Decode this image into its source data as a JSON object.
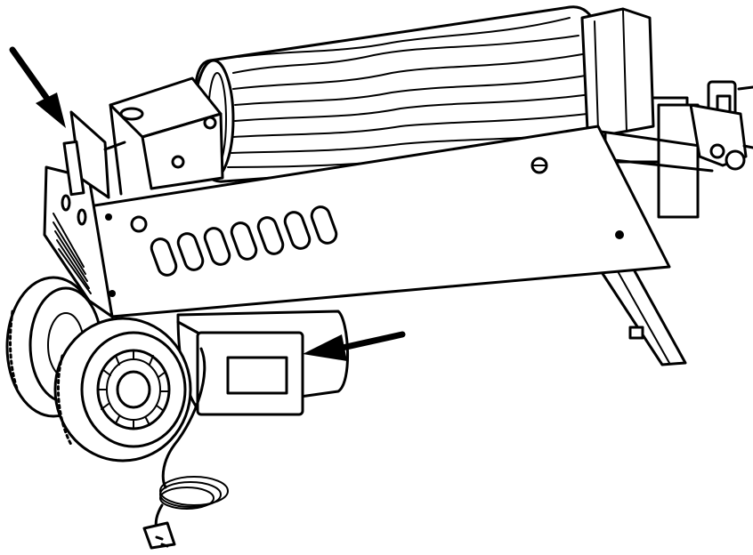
{
  "figure": {
    "subject": "log-splitter",
    "colors": {
      "line": "#000000",
      "background": "#ffffff"
    },
    "callouts": [
      {
        "name": "control-handle-arrow",
        "direction": "down-right"
      },
      {
        "name": "motor-switch-arrow",
        "direction": "left"
      }
    ]
  }
}
